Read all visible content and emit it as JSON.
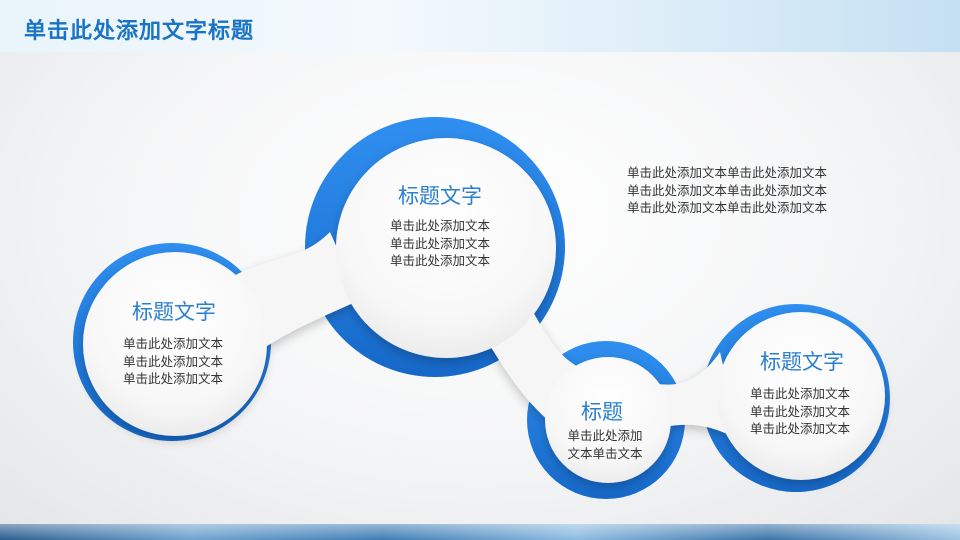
{
  "header": {
    "title": "单击此处添加文字标题"
  },
  "side_text": {
    "lines": [
      "单击此处添加文本单击此处添加文本",
      "单击此处添加文本单击此处添加文本",
      "单击此处添加文本单击此处添加文本"
    ]
  },
  "nodes": [
    {
      "title": "标题文字",
      "lines": [
        "单击此处添加文本",
        "单击此处添加文本",
        "单击此处添加文本"
      ]
    },
    {
      "title": "标题文字",
      "lines": [
        "单击此处添加文本",
        "单击此处添加文本",
        "单击此处添加文本"
      ]
    },
    {
      "title": "标题",
      "lines": [
        "单击此处添加",
        "文本单击文本"
      ]
    },
    {
      "title": "标题文字",
      "lines": [
        "单击此处添加文本",
        "单击此处添加文本",
        "单击此处添加文本"
      ]
    }
  ],
  "colors": {
    "accent": "#1a74c6",
    "ring": "#1f7de0",
    "title_blue": "#2a7fcf"
  }
}
